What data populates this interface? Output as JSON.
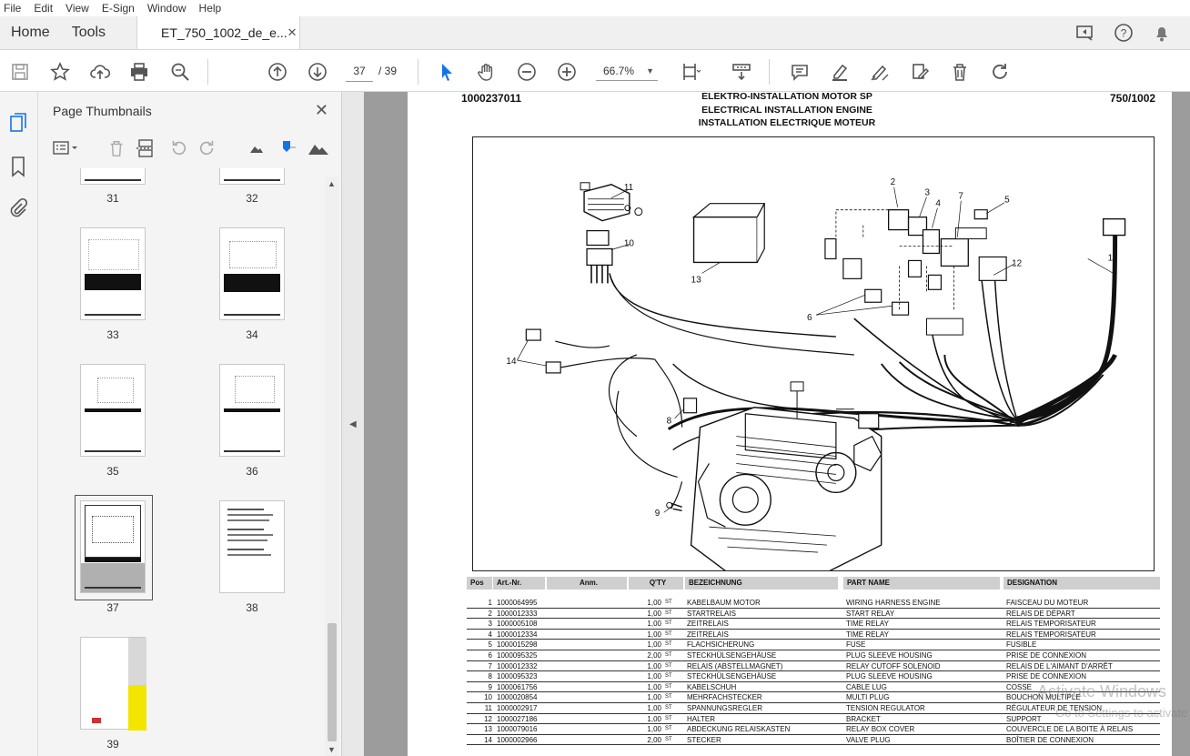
{
  "menu": [
    "File",
    "Edit",
    "View",
    "E-Sign",
    "Window",
    "Help"
  ],
  "tabs": {
    "home": "Home",
    "tools": "Tools",
    "document": "ET_750_1002_de_e...",
    "close": "✕"
  },
  "toolbar": {
    "current_page": "37",
    "total_pages": "/ 39",
    "zoom": "66.7%"
  },
  "thumbnails": {
    "title": "Page Thumbnails",
    "close": "✕",
    "pages": [
      "31",
      "32",
      "33",
      "34",
      "35",
      "36",
      "37",
      "38",
      "39"
    ],
    "selected": "37"
  },
  "document": {
    "doc_number": "1000237011",
    "version": "750/1002",
    "title_de": "ELEKTRO-INSTALLATION MOTOR SP",
    "title_en": "ELECTRICAL INSTALLATION ENGINE",
    "title_fr": "INSTALLATION ELECTRIQUE MOTEUR",
    "callouts": [
      "1",
      "2",
      "3",
      "4",
      "5",
      "6",
      "7",
      "8",
      "9",
      "10",
      "11",
      "12",
      "13",
      "14"
    ],
    "table_headers": [
      "Pos",
      "Art.-Nr.",
      "Anm.",
      "Q'TY",
      "BEZEICHNUNG",
      "PART NAME",
      "DESIGNATION"
    ],
    "parts": [
      {
        "pos": "1",
        "art": "1000064995",
        "qty": "1,00",
        "unit": "ST",
        "de": "KABELBAUM MOTOR",
        "en": "WIRING HARNESS ENGINE",
        "fr": "FAISCEAU DU MOTEUR"
      },
      {
        "pos": "2",
        "art": "1000012333",
        "qty": "1,00",
        "unit": "ST",
        "de": "STARTRELAIS",
        "en": "START RELAY",
        "fr": "RELAIS DE DÉPART"
      },
      {
        "pos": "3",
        "art": "1000005108",
        "qty": "1,00",
        "unit": "ST",
        "de": "ZEITRELAIS",
        "en": "TIME RELAY",
        "fr": "RELAIS TEMPORISATEUR"
      },
      {
        "pos": "4",
        "art": "1000012334",
        "qty": "1,00",
        "unit": "ST",
        "de": "ZEITRELAIS",
        "en": "TIME RELAY",
        "fr": "RELAIS TEMPORISATEUR"
      },
      {
        "pos": "5",
        "art": "1000015298",
        "qty": "1,00",
        "unit": "ST",
        "de": "FLACHSICHERUNG",
        "en": "FUSE",
        "fr": "FUSIBLE"
      },
      {
        "pos": "6",
        "art": "1000095325",
        "qty": "2,00",
        "unit": "ST",
        "de": "STECKHÜLSENGEHÄUSE",
        "en": "PLUG SLEEVE HOUSING",
        "fr": "PRISE DE CONNEXION"
      },
      {
        "pos": "7",
        "art": "1000012332",
        "qty": "1,00",
        "unit": "ST",
        "de": "RELAIS (ABSTELLMAGNET)",
        "en": "RELAY CUTOFF SOLENOID",
        "fr": "RELAIS DE L'AIMANT D'ARRÊT"
      },
      {
        "pos": "8",
        "art": "1000095323",
        "qty": "1,00",
        "unit": "ST",
        "de": "STECKHÜLSENGEHÄUSE",
        "en": "PLUG SLEEVE HOUSING",
        "fr": "PRISE DE CONNEXION"
      },
      {
        "pos": "9",
        "art": "1000061756",
        "qty": "1,00",
        "unit": "ST",
        "de": "KABELSCHUH",
        "en": "CABLE LUG",
        "fr": "COSSE"
      },
      {
        "pos": "10",
        "art": "1000020854",
        "qty": "1,00",
        "unit": "ST",
        "de": "MEHRFACHSTECKER",
        "en": "MULTI PLUG",
        "fr": "BOUCHON MULTIPLE"
      },
      {
        "pos": "11",
        "art": "1000002917",
        "qty": "1,00",
        "unit": "ST",
        "de": "SPANNUNGSREGLER",
        "en": "TENSION REGULATOR",
        "fr": "RÉGULATEUR DE TENSION"
      },
      {
        "pos": "12",
        "art": "1000027186",
        "qty": "1,00",
        "unit": "ST",
        "de": "HALTER",
        "en": "BRACKET",
        "fr": "SUPPORT"
      },
      {
        "pos": "13",
        "art": "1000079016",
        "qty": "1,00",
        "unit": "ST",
        "de": "ABDECKUNG RELAISKASTEN",
        "en": "RELAY BOX COVER",
        "fr": "COUVERCLE DE LA BOITE À RELAIS"
      },
      {
        "pos": "14",
        "art": "1000002966",
        "qty": "2,00",
        "unit": "ST",
        "de": "STECKER",
        "en": "VALVE PLUG",
        "fr": "BOÎTIER DE CONNEXION"
      }
    ]
  },
  "watermark": {
    "line1": "Activate Windows",
    "line2": "Go to Settings to activate"
  },
  "colors": {
    "accent_blue": "#1473e6",
    "toolbar_bg": "#ffffff",
    "doc_bg": "#9c9c9c",
    "table_header": "#cfcfcf"
  }
}
